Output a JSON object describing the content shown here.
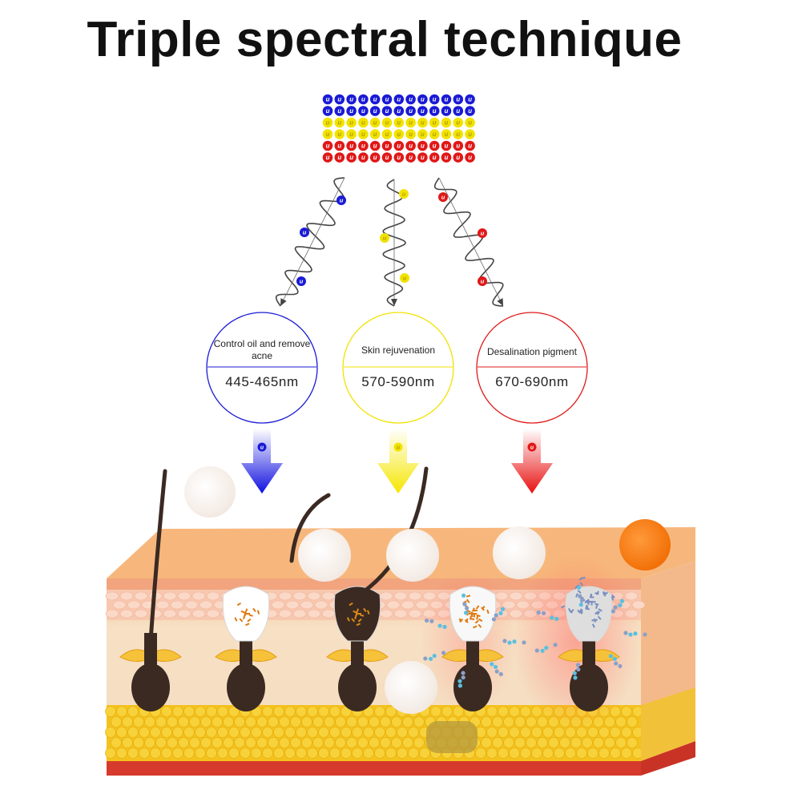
{
  "title": "Triple spectral technique",
  "dot_letter": "u",
  "colors": {
    "blue": "#1a1ad6",
    "yellow": "#f2e200",
    "red": "#e01818",
    "skin_top": "#f6b57a",
    "fat": "#f3c21a",
    "follicle": "#3b2a22"
  },
  "spectra": [
    {
      "id": "blue",
      "description": "Control oil and remove acne",
      "wavelength": "445-465nm"
    },
    {
      "id": "yellow",
      "description": "Skin rejuvenation",
      "wavelength": "570-590nm"
    },
    {
      "id": "red",
      "description": "Desalination pigment",
      "wavelength": "670-690nm"
    }
  ]
}
